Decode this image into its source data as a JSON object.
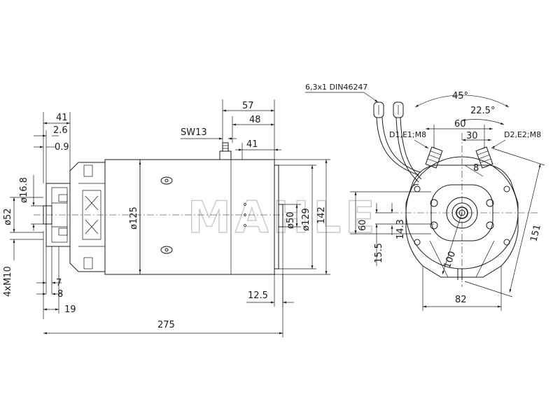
{
  "watermark": "MAHLE",
  "side_view": {
    "dims": {
      "d41_left": "41",
      "d2_6": "2.6",
      "d0_9": "0.9",
      "d16_8": "ø16.8",
      "d52": "ø52",
      "d4xM10": "4xM10",
      "d7": "7",
      "d8": "8",
      "d19": "19",
      "d275": "275",
      "d57": "57",
      "d48": "48",
      "dSW13": "SW13",
      "d41_right": "41",
      "d125": "ø125",
      "d50": "ø50",
      "d129": "ø129",
      "d142": "142",
      "d12_5": "12.5"
    }
  },
  "end_view": {
    "dims": {
      "connector": "6,3x1 DIN46247",
      "d45deg": "45°",
      "d22_5deg": "22.5°",
      "d60_top": "60",
      "d30": "30",
      "term_left": "D1,E1;M8",
      "term_right": "D2,E2;M8",
      "d8": "8",
      "d60_left": "60",
      "d15_5": "15.5",
      "d14_3": "14.3",
      "d100": "100",
      "d151": "151",
      "d82": "82"
    }
  }
}
